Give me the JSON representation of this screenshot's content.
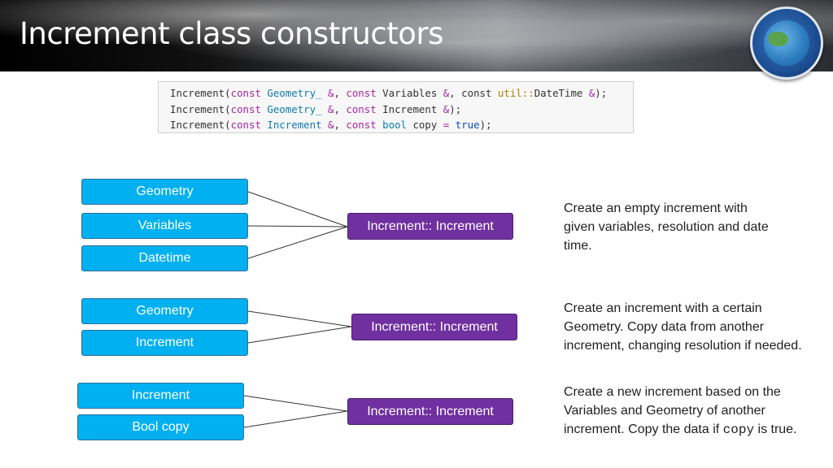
{
  "slide_title": "Increment class constructors",
  "code": {
    "line1": {
      "p1": "Increment(",
      "kw1": "const",
      "ty1": "Geometry_",
      "amp1": "&",
      "comma1": ", ",
      "kw2": "const",
      "p2": " Variables ",
      "amp2": "&",
      "comma2": ", const ",
      "ns": "util::",
      "p3": "DateTime ",
      "amp3": "&",
      "end": ");"
    },
    "line2": {
      "p1": "Increment(",
      "kw1": "const",
      "ty1": "Geometry_",
      "amp1": "&",
      "comma1": ", ",
      "kw2": "const",
      "p2": " Increment ",
      "amp2": "&",
      "end": ");"
    },
    "line3": {
      "p1": "Increment(",
      "kw1": "const",
      "ty1": "Increment",
      "amp1": "&",
      "comma1": ", ",
      "kw2": "const",
      "ty2": "bool",
      "p2": " copy ",
      "eq": "=",
      "lit": "true",
      "end": ");"
    }
  },
  "groups": [
    {
      "inputs": [
        "Geometry",
        "Variables",
        "Datetime"
      ],
      "function": "Increment:: Increment",
      "description_lines": [
        "Create an empty increment with",
        "given variables, resolution and date",
        "time."
      ]
    },
    {
      "inputs": [
        "Geometry",
        "Increment"
      ],
      "function": "Increment:: Increment",
      "description_lines": [
        "Create an increment with a certain",
        "Geometry. Copy data from another",
        "increment, changing resolution if needed."
      ]
    },
    {
      "inputs": [
        "Increment",
        "Bool copy"
      ],
      "function": "Increment:: Increment",
      "description_lines": [
        "Create a new increment based on the",
        "Variables and Geometry of another"
      ],
      "description_last": {
        "before": "increment. Copy the data if ",
        "code": "copy",
        "after": " is true."
      }
    }
  ],
  "colors": {
    "input_box": "#00b0f0",
    "function_box": "#7030a0",
    "connector": "#333333"
  }
}
